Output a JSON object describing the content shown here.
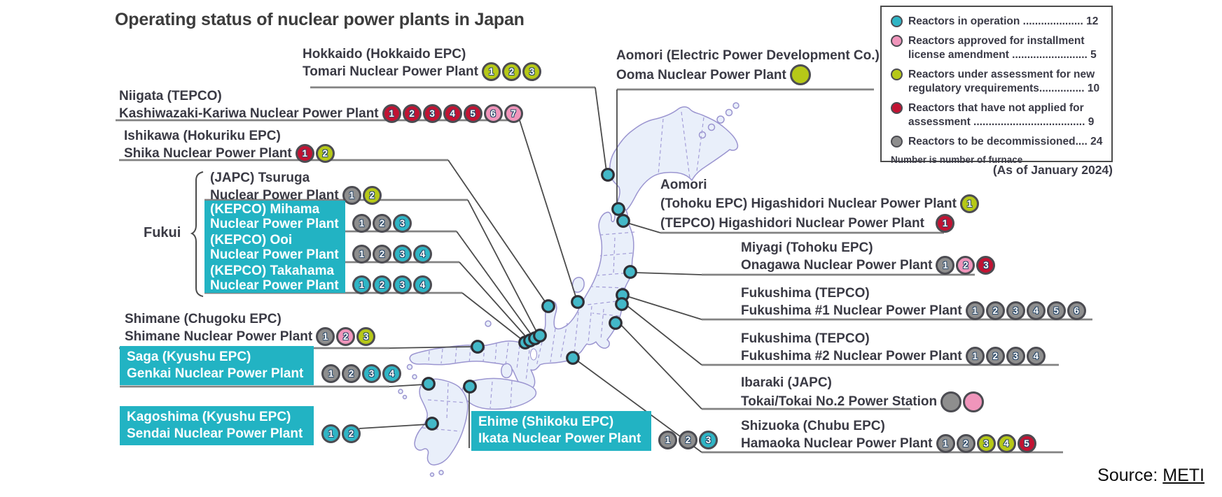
{
  "title": "Operating status of nuclear power plants in Japan",
  "as_of": "(As of January 2024)",
  "source": {
    "prefix": "Source: ",
    "link": "METI"
  },
  "fukui_group_label": "Fukui",
  "status_colors": {
    "in_operation": "#2fb5c5",
    "approved": "#f095bb",
    "under_assessment": "#b6c818",
    "not_applied": "#c21333",
    "decommissioned": "#8e8e8e"
  },
  "legend": {
    "items": [
      {
        "status": "in_operation",
        "lines": [
          "Reactors in operation .................... 12"
        ]
      },
      {
        "status": "approved",
        "lines": [
          "Reactors approved for installment",
          "license amendment ......................... 5"
        ]
      },
      {
        "status": "under_assessment",
        "lines": [
          "Reactors under assessment for new",
          "regulatory vrequirements............... 10"
        ]
      },
      {
        "status": "not_applied",
        "lines": [
          "Reactors that have not applied for",
          "assessment ..................................... 9"
        ]
      },
      {
        "status": "decommissioned",
        "lines": [
          "Reactors to be decommissioned.... 24"
        ]
      }
    ],
    "note": "Number is number of furnace"
  },
  "plants": [
    {
      "id": "tomari",
      "highlighted": false,
      "lines": [
        {
          "text": "Hokkaido (Hokkaido EPC)"
        },
        {
          "text": "Tomari Nuclear Power Plant",
          "reactors": [
            {
              "no": "1",
              "status": "under_assessment"
            },
            {
              "no": "2",
              "status": "under_assessment"
            },
            {
              "no": "3",
              "status": "under_assessment"
            }
          ]
        }
      ]
    },
    {
      "id": "ooma",
      "highlighted": false,
      "lines": [
        {
          "text": "Aomori (Electric Power Development Co.)"
        },
        {
          "text": "Ooma Nuclear Power Plant",
          "reactors": [
            {
              "no": "",
              "status": "under_assessment"
            }
          ]
        }
      ]
    },
    {
      "id": "kashiwazaki",
      "highlighted": false,
      "lines": [
        {
          "text": "Niigata (TEPCO)"
        },
        {
          "text": "Kashiwazaki-Kariwa Nuclear Power Plant",
          "reactors": [
            {
              "no": "1",
              "status": "not_applied"
            },
            {
              "no": "2",
              "status": "not_applied"
            },
            {
              "no": "3",
              "status": "not_applied"
            },
            {
              "no": "4",
              "status": "not_applied"
            },
            {
              "no": "5",
              "status": "not_applied"
            },
            {
              "no": "6",
              "status": "approved"
            },
            {
              "no": "7",
              "status": "approved"
            }
          ]
        }
      ]
    },
    {
      "id": "shika",
      "highlighted": false,
      "lines": [
        {
          "text": "Ishikawa (Hokuriku EPC)"
        },
        {
          "text": "Shika Nuclear Power Plant",
          "reactors": [
            {
              "no": "1",
              "status": "not_applied"
            },
            {
              "no": "2",
              "status": "under_assessment"
            }
          ]
        }
      ]
    },
    {
      "id": "tsuruga",
      "highlighted": false,
      "lines": [
        {
          "text": "(JAPC) Tsuruga"
        },
        {
          "text": "Nuclear Power Plant",
          "reactors": [
            {
              "no": "1",
              "status": "decommissioned"
            },
            {
              "no": "2",
              "status": "under_assessment"
            }
          ]
        }
      ]
    },
    {
      "id": "mihama",
      "highlighted": true,
      "lines": [
        {
          "text": "(KEPCO) Mihama"
        },
        {
          "text": "Nuclear Power Plant",
          "reactors": [
            {
              "no": "1",
              "status": "decommissioned"
            },
            {
              "no": "2",
              "status": "decommissioned"
            },
            {
              "no": "3",
              "status": "in_operation"
            }
          ]
        }
      ]
    },
    {
      "id": "ooi",
      "highlighted": true,
      "lines": [
        {
          "text": "(KEPCO) Ooi"
        },
        {
          "text": "Nuclear Power Plant",
          "reactors": [
            {
              "no": "1",
              "status": "decommissioned"
            },
            {
              "no": "2",
              "status": "decommissioned"
            },
            {
              "no": "3",
              "status": "in_operation"
            },
            {
              "no": "4",
              "status": "in_operation"
            }
          ]
        }
      ]
    },
    {
      "id": "takahama",
      "highlighted": true,
      "lines": [
        {
          "text": "(KEPCO) Takahama"
        },
        {
          "text": "Nuclear Power Plant",
          "reactors": [
            {
              "no": "1",
              "status": "in_operation"
            },
            {
              "no": "2",
              "status": "in_operation"
            },
            {
              "no": "3",
              "status": "in_operation"
            },
            {
              "no": "4",
              "status": "in_operation"
            }
          ]
        }
      ]
    },
    {
      "id": "shimane",
      "highlighted": false,
      "lines": [
        {
          "text": "Shimane (Chugoku EPC)"
        },
        {
          "text": "Shimane Nuclear Power Plant",
          "reactors": [
            {
              "no": "1",
              "status": "decommissioned"
            },
            {
              "no": "2",
              "status": "approved"
            },
            {
              "no": "3",
              "status": "under_assessment"
            }
          ]
        }
      ]
    },
    {
      "id": "genkai",
      "highlighted": true,
      "lines": [
        {
          "text": "Saga (Kyushu EPC)"
        },
        {
          "text": "Genkai Nuclear Power Plant",
          "reactors": [
            {
              "no": "1",
              "status": "decommissioned"
            },
            {
              "no": "2",
              "status": "decommissioned"
            },
            {
              "no": "3",
              "status": "in_operation"
            },
            {
              "no": "4",
              "status": "in_operation"
            }
          ]
        }
      ]
    },
    {
      "id": "sendai",
      "highlighted": true,
      "lines": [
        {
          "text": "Kagoshima (Kyushu EPC)"
        },
        {
          "text": "Sendai Nuclear Power Plant",
          "reactors": [
            {
              "no": "1",
              "status": "in_operation"
            },
            {
              "no": "2",
              "status": "in_operation"
            }
          ]
        }
      ]
    },
    {
      "id": "ikata",
      "highlighted": true,
      "lines": [
        {
          "text": "Ehime (Shikoku EPC)"
        },
        {
          "text": "Ikata Nuclear Power Plant",
          "reactors": [
            {
              "no": "1",
              "status": "decommissioned"
            },
            {
              "no": "2",
              "status": "decommissioned"
            },
            {
              "no": "3",
              "status": "in_operation"
            }
          ]
        }
      ]
    },
    {
      "id": "higashidori",
      "highlighted": false,
      "lines": [
        {
          "text": "Aomori"
        },
        {
          "text": "(Tohoku EPC) Higashidori Nuclear Power Plant",
          "reactors": [
            {
              "no": "1",
              "status": "under_assessment"
            }
          ]
        },
        {
          "text": "(TEPCO) Higashidori Nuclear Power Plant",
          "reactors": [
            {
              "no": "1",
              "status": "not_applied"
            }
          ]
        }
      ]
    },
    {
      "id": "onagawa",
      "highlighted": false,
      "lines": [
        {
          "text": "Miyagi (Tohoku EPC)"
        },
        {
          "text": "Onagawa Nuclear Power Plant",
          "reactors": [
            {
              "no": "1",
              "status": "decommissioned"
            },
            {
              "no": "2",
              "status": "approved"
            },
            {
              "no": "3",
              "status": "not_applied"
            }
          ]
        }
      ]
    },
    {
      "id": "fukushima1",
      "highlighted": false,
      "lines": [
        {
          "text": "Fukushima (TEPCO)"
        },
        {
          "text": "Fukushima #1 Nuclear Power Plant",
          "reactors": [
            {
              "no": "1",
              "status": "decommissioned"
            },
            {
              "no": "2",
              "status": "decommissioned"
            },
            {
              "no": "3",
              "status": "decommissioned"
            },
            {
              "no": "4",
              "status": "decommissioned"
            },
            {
              "no": "5",
              "status": "decommissioned"
            },
            {
              "no": "6",
              "status": "decommissioned"
            }
          ]
        }
      ]
    },
    {
      "id": "fukushima2",
      "highlighted": false,
      "lines": [
        {
          "text": "Fukushima (TEPCO)"
        },
        {
          "text": "Fukushima #2 Nuclear Power Plant",
          "reactors": [
            {
              "no": "1",
              "status": "decommissioned"
            },
            {
              "no": "2",
              "status": "decommissioned"
            },
            {
              "no": "3",
              "status": "decommissioned"
            },
            {
              "no": "4",
              "status": "decommissioned"
            }
          ]
        }
      ]
    },
    {
      "id": "tokai",
      "highlighted": false,
      "lines": [
        {
          "text": "Ibaraki (JAPC)"
        },
        {
          "text": "Tokai/Tokai No.2 Power Station",
          "reactors": [
            {
              "no": "",
              "status": "decommissioned"
            },
            {
              "no": "",
              "status": "approved"
            }
          ]
        }
      ]
    },
    {
      "id": "hamaoka",
      "highlighted": false,
      "lines": [
        {
          "text": "Shizuoka (Chubu EPC)"
        },
        {
          "text": "Hamaoka Nuclear Power Plant",
          "reactors": [
            {
              "no": "1",
              "status": "decommissioned"
            },
            {
              "no": "2",
              "status": "decommissioned"
            },
            {
              "no": "3",
              "status": "under_assessment"
            },
            {
              "no": "4",
              "status": "under_assessment"
            },
            {
              "no": "5",
              "status": "not_applied"
            }
          ]
        }
      ]
    }
  ]
}
